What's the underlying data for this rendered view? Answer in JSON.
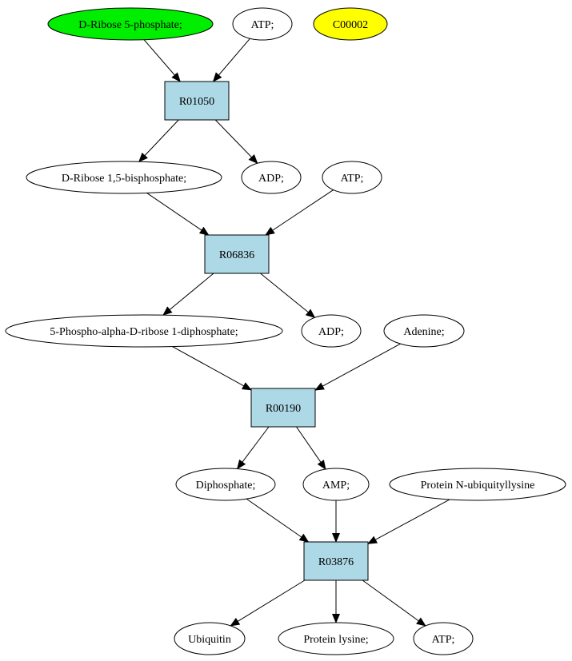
{
  "colors": {
    "reaction_fill": "#add8e6",
    "start_compound_fill": "#00ee00",
    "target_compound_fill": "#ffff00",
    "compound_fill": "#ffffff",
    "stroke": "#000000"
  },
  "nodes": {
    "ribose5p": {
      "label": "D-Ribose 5-phosphate;",
      "kind": "compound"
    },
    "atp1": {
      "label": "ATP;",
      "kind": "compound"
    },
    "c00002": {
      "label": "C00002",
      "kind": "compound"
    },
    "r01050": {
      "label": "R01050",
      "kind": "reaction"
    },
    "ribose15bp": {
      "label": "D-Ribose 1,5-bisphosphate;",
      "kind": "compound"
    },
    "adp1": {
      "label": "ADP;",
      "kind": "compound"
    },
    "atp2": {
      "label": "ATP;",
      "kind": "compound"
    },
    "r06836": {
      "label": "R06836",
      "kind": "reaction"
    },
    "prpp": {
      "label": "5-Phospho-alpha-D-ribose 1-diphosphate;",
      "kind": "compound"
    },
    "adp2": {
      "label": "ADP;",
      "kind": "compound"
    },
    "adenine": {
      "label": "Adenine;",
      "kind": "compound"
    },
    "r00190": {
      "label": "R00190",
      "kind": "reaction"
    },
    "diphosphate": {
      "label": "Diphosphate;",
      "kind": "compound"
    },
    "amp": {
      "label": "AMP;",
      "kind": "compound"
    },
    "protein_nub": {
      "label": "Protein N-ubiquityllysine",
      "kind": "compound"
    },
    "r03876": {
      "label": "R03876",
      "kind": "reaction"
    },
    "ubiquitin": {
      "label": "Ubiquitin",
      "kind": "compound"
    },
    "protein_lysine": {
      "label": "Protein lysine;",
      "kind": "compound"
    },
    "atp3": {
      "label": "ATP;",
      "kind": "compound"
    }
  },
  "edges": [
    [
      "ribose5p",
      "r01050"
    ],
    [
      "atp1",
      "r01050"
    ],
    [
      "r01050",
      "ribose15bp"
    ],
    [
      "r01050",
      "adp1"
    ],
    [
      "ribose15bp",
      "r06836"
    ],
    [
      "atp2",
      "r06836"
    ],
    [
      "r06836",
      "prpp"
    ],
    [
      "r06836",
      "adp2"
    ],
    [
      "prpp",
      "r00190"
    ],
    [
      "adenine",
      "r00190"
    ],
    [
      "r00190",
      "diphosphate"
    ],
    [
      "r00190",
      "amp"
    ],
    [
      "diphosphate",
      "r03876"
    ],
    [
      "amp",
      "r03876"
    ],
    [
      "protein_nub",
      "r03876"
    ],
    [
      "r03876",
      "ubiquitin"
    ],
    [
      "r03876",
      "protein_lysine"
    ],
    [
      "r03876",
      "atp3"
    ]
  ]
}
